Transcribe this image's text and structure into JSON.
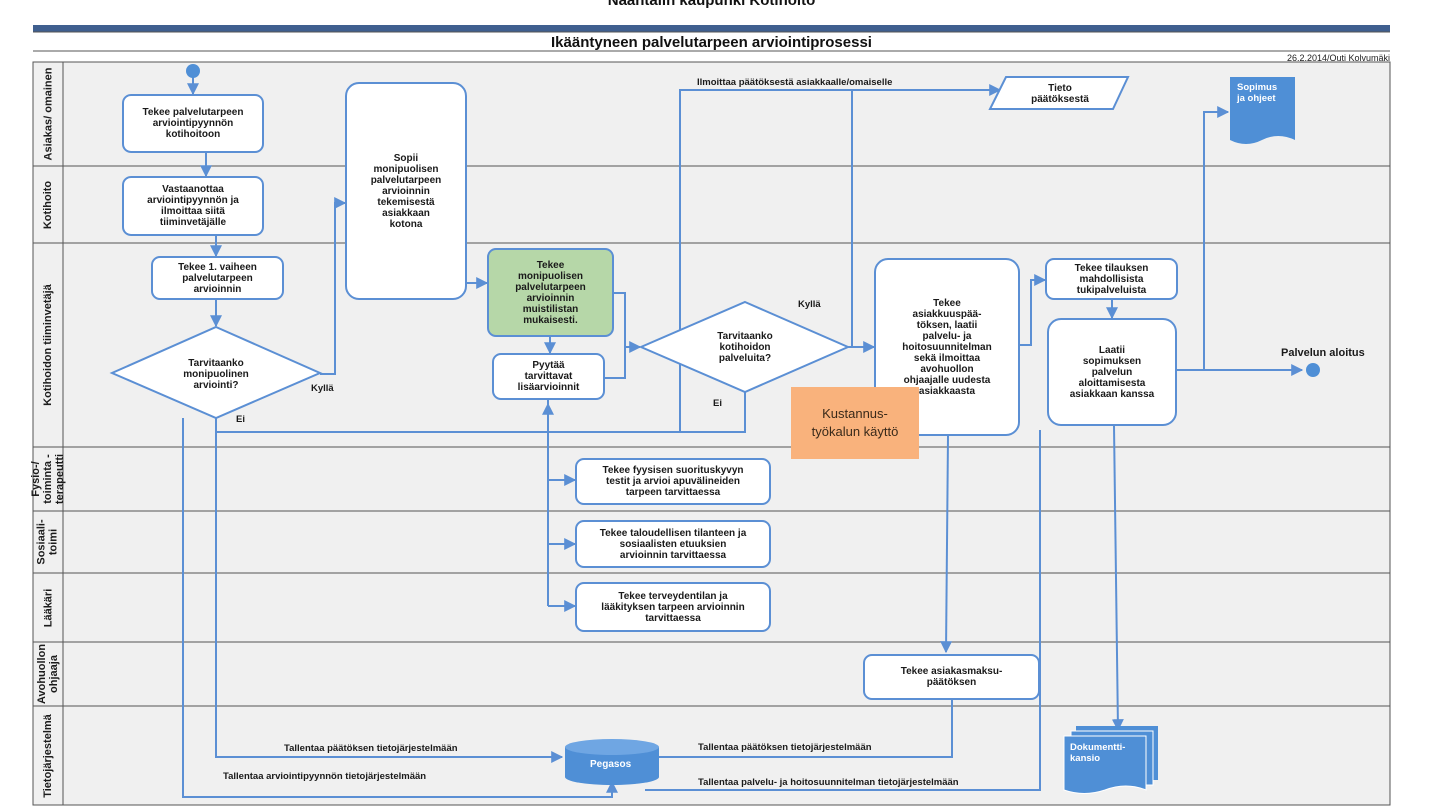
{
  "header": {
    "title_clipped": "Naantalin kaupunki Kotihoito",
    "title": "Ikääntyneen palvelutarpeen arviointiprosessi",
    "meta": "26.2.2014/Outi Kolvumäki"
  },
  "lanes": [
    "Asiakas/ omainen",
    "Kotihoito",
    "Kotihoidon tiiminvetäjä",
    "Fysio-/ toiminta - terapeutti",
    "Sosiaali- toimi",
    "Lääkäri",
    "Avohuollon ohjaaja",
    "Tietojärjestelmä"
  ],
  "boxes": {
    "request": "Tekee palvelutarpeen\narviointipyynnön\nkotihoitoon",
    "receive": "Vastaanottaa\narviointipyynnön ja\nilmoittaa siitä\ntiiminvetäjälle",
    "phase1": "Tekee 1. vaiheen\npalvelutarpeen\narvioinnin",
    "agree": "Sopii\nmonipuolisen\npalvelutarpeen\narvioinnin\ntekemisestä\nasiakkaan\nkotona",
    "multi": "Tekee\nmonipuolisen\npalvelutarpeen\narvioinnin\nmuistilistan\nmukaisesti.",
    "additional": "Pyytää\ntarvittavat\nlisäarvioinnit",
    "decision": "Tekee\nasiakkuuspää-\ntöksen, laatii\npalvelu- ja\nhoitosuunnitelman\nsekä ilmoittaa\navohuollon\nohjaajalle uudesta\nasiakkaasta",
    "order": "Tekee tilauksen\nmahdollisista\ntukipalveluista",
    "contract": "Laatii\nsopimuksen\npalvelun\naloittamisesta\nasiakkaan kanssa",
    "physio": "Tekee fyysisen suorituskyvyn\ntestit ja arvioi apuvälineiden\ntarpeen tarvittaessa",
    "social": "Tekee taloudellisen tilanteen ja\nsosiaalisten etuuksien\narvioinnin tarvittaessa",
    "doctor": "Tekee terveydentilan ja\nlääkityksen tarpeen arvioinnin\ntarvittaessa",
    "fee": "Tekee asiakasmaksu-\npäätöksen"
  },
  "decisions": {
    "d1": "Tarvitaanko\nmonipuolinen\narviointi?",
    "d2": "Tarvitaanko\nkotihoidon\npalveluita?"
  },
  "edge_labels": {
    "inform": "Ilmoittaa päätöksestä asiakkaalle/omaiselle",
    "yes1": "Kyllä",
    "no1": "Ei",
    "yes2": "Kyllä",
    "no2": "Ei",
    "start_service": "Palvelun aloitus",
    "save_decision1": "Tallentaa päätöksen tietojärjestelmään",
    "save_request": "Tallentaa arviointipyynnön tietojärjestelmään",
    "save_decision2": "Tallentaa päätöksen tietojärjestelmään",
    "save_plan": "Tallentaa palvelu- ja hoitosuunnitelman  tietojärjestelmään"
  },
  "documents": {
    "info": "Tieto\npäätöksestä",
    "contract_doc": "Sopimus\nja ohjeet",
    "folder": "Dokumentti-\nkansio",
    "db": "Pegasos"
  },
  "note": "Kustannus-\ntyökalun käyttö",
  "colors": {
    "line": "#5b8fd4",
    "lane_bg": "#f0f0f0",
    "green_box": "#b6d7a8",
    "doc_blue": "#4f8fd6",
    "note": "#f9b27c"
  }
}
